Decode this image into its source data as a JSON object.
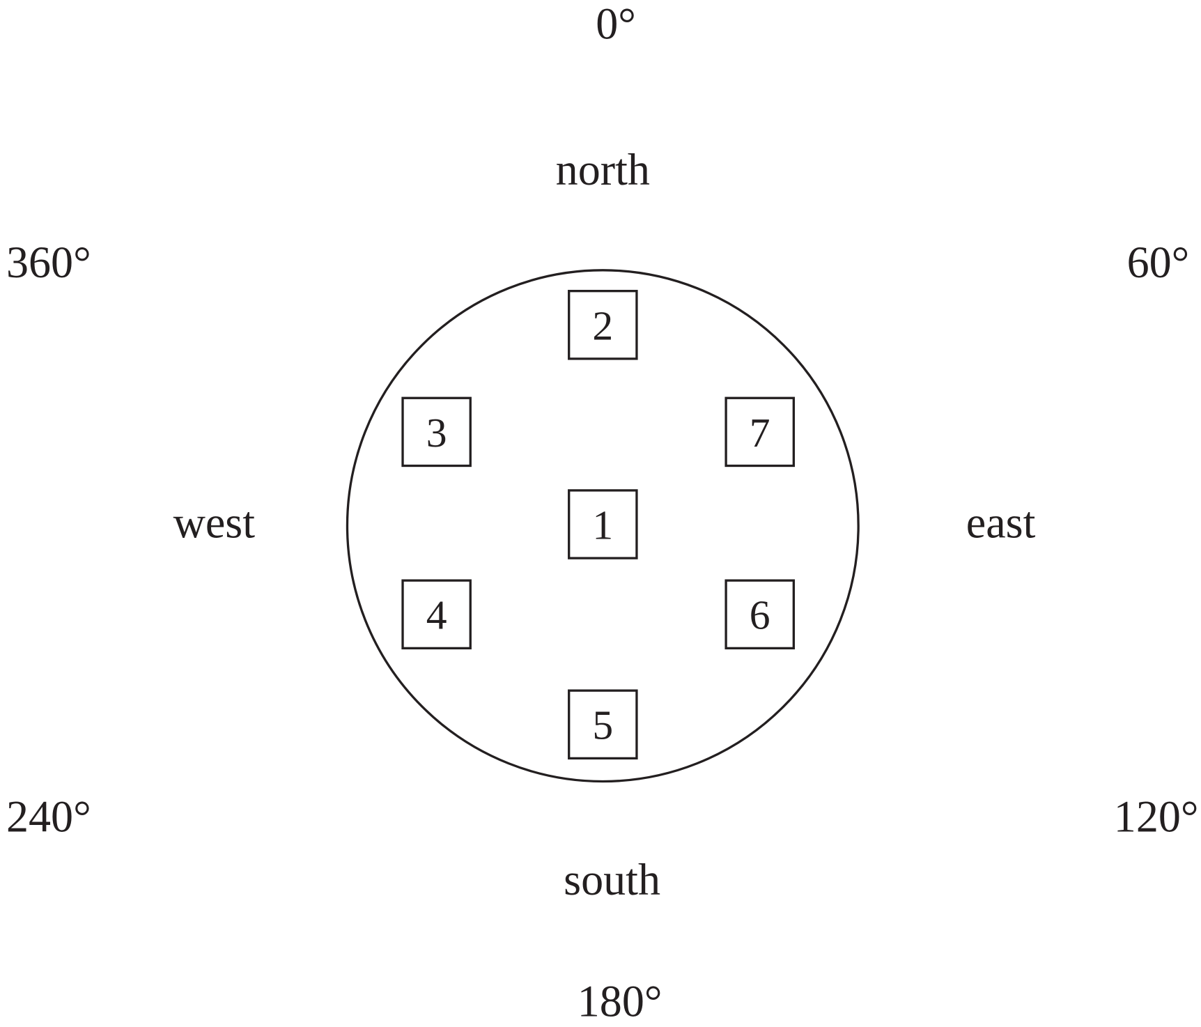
{
  "labels": {
    "deg0": "0°",
    "north": "north",
    "deg360": "360°",
    "deg60": "60°",
    "west": "west",
    "east": "east",
    "deg240": "240°",
    "deg120": "120°",
    "south": "south",
    "deg180": "180°"
  },
  "boxes": [
    "1",
    "2",
    "3",
    "4",
    "5",
    "6",
    "7"
  ],
  "colors": {
    "ink": "#231f20",
    "background": "#ffffff"
  }
}
